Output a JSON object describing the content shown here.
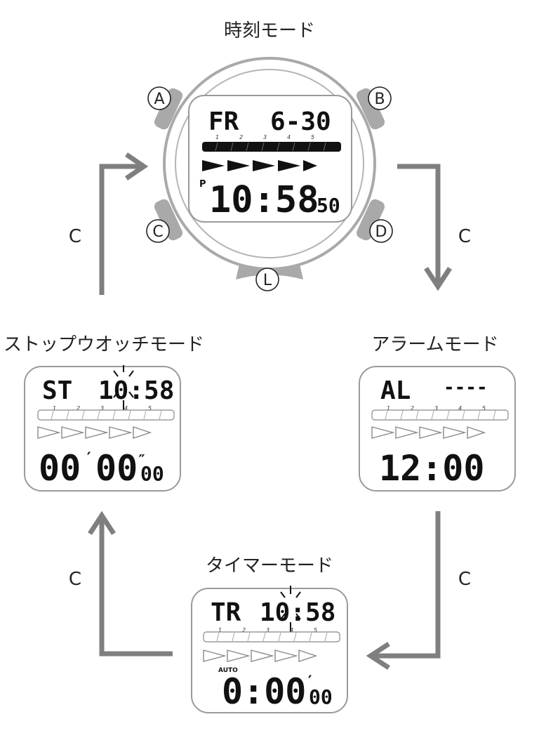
{
  "colors": {
    "arrow": "#7f7f7f",
    "bezel": "#a9a9a9",
    "outline": "#8c8c8c",
    "text": "#222222"
  },
  "transitions": {
    "button_label": "C"
  },
  "buttons": {
    "a": "A",
    "b": "B",
    "c": "C",
    "d": "D",
    "l": "L"
  },
  "timekeeping": {
    "title": "時刻モード",
    "day": "FR",
    "date": "6-30",
    "pm": "P",
    "time": "10:58",
    "seconds": "50"
  },
  "alarm": {
    "title": "アラームモード",
    "code": "AL",
    "setting": "----",
    "time": "12:00"
  },
  "timer": {
    "title": "タイマーモード",
    "code": "TR",
    "clock": "10:58",
    "auto": "AUTO",
    "value_main": "0:00",
    "value_prime": "′",
    "value_hundredths": "00"
  },
  "stopwatch": {
    "title": "ストップウオッチモード",
    "code": "ST",
    "clock": "10:58",
    "minutes": "00",
    "seconds": "00",
    "hundredths": "00"
  },
  "segment_numbers": [
    "1",
    "2",
    "3",
    "4",
    "5"
  ]
}
